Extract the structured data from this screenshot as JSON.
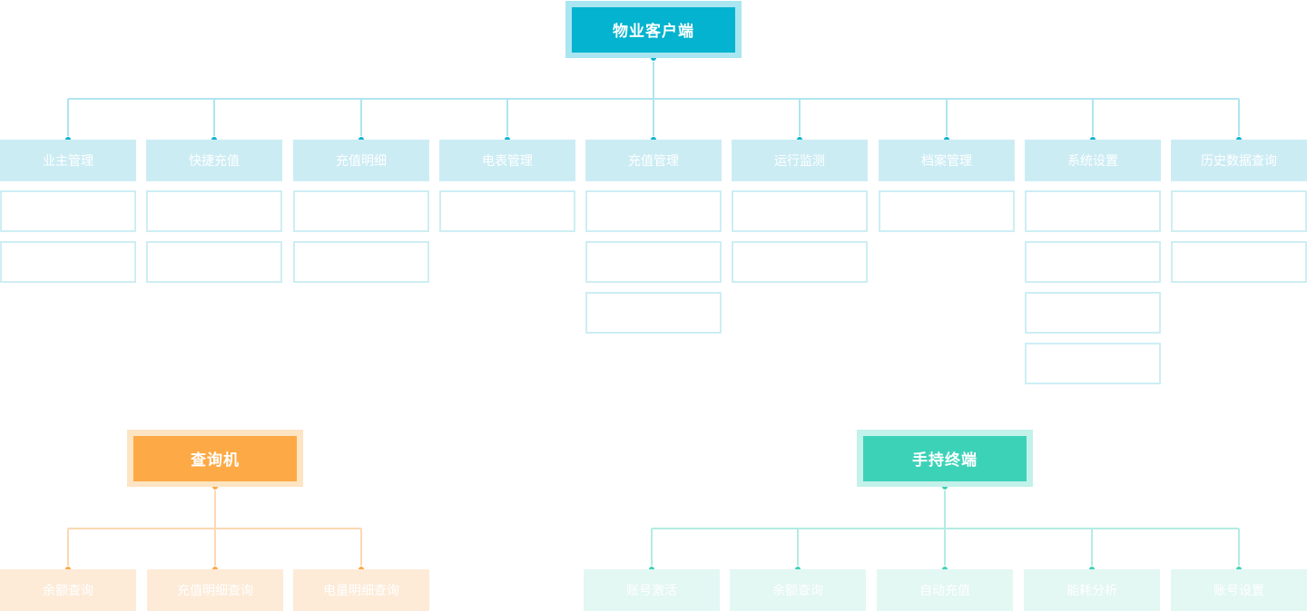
{
  "colors": {
    "blue": "#03b3cf",
    "blue_frame": "#a9e6f1",
    "blue_light": "#ccecf4",
    "blue_line": "#aee5ef",
    "orange": "#fda945",
    "orange_frame": "#fde4c3",
    "orange_light": "#fdebd8",
    "orange_line": "#fbd9b3",
    "teal": "#3cd2b8",
    "teal_frame": "#c2f2ea",
    "teal_light": "#e3f7f3",
    "teal_line": "#b4ece3"
  },
  "property_client": {
    "title": "物业客户端",
    "categories": [
      {
        "label": "业主管理",
        "sub_count": 2
      },
      {
        "label": "快捷充值",
        "sub_count": 2
      },
      {
        "label": "充值明细",
        "sub_count": 2
      },
      {
        "label": "电表管理",
        "sub_count": 1
      },
      {
        "label": "充值管理",
        "sub_count": 3
      },
      {
        "label": "运行监测",
        "sub_count": 2
      },
      {
        "label": "档案管理",
        "sub_count": 1
      },
      {
        "label": "系统设置",
        "sub_count": 4
      },
      {
        "label": "历史数据查询",
        "sub_count": 2
      }
    ]
  },
  "kiosk": {
    "title": "查询机",
    "categories": [
      {
        "label": "余额查询"
      },
      {
        "label": "充值明细查询"
      },
      {
        "label": "电量明细查询"
      }
    ]
  },
  "handheld": {
    "title": "手持终端",
    "categories": [
      {
        "label": "账号激活"
      },
      {
        "label": "余额查询"
      },
      {
        "label": "自动充值"
      },
      {
        "label": "能耗分析"
      },
      {
        "label": "账号设置"
      }
    ]
  }
}
